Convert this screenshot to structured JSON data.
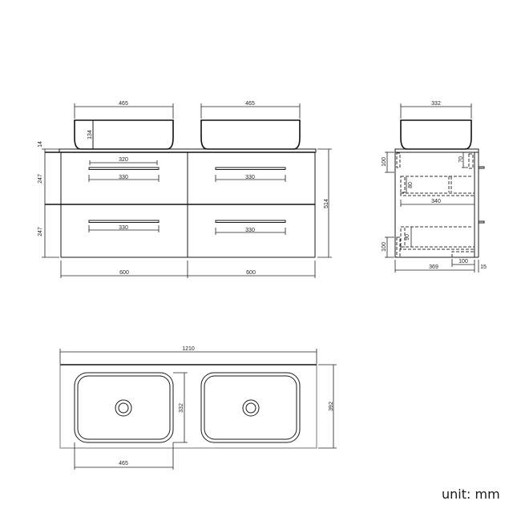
{
  "front_view": {
    "basin_left_width": "465",
    "basin_right_width": "465",
    "basin_height": "134",
    "top_thickness": "14",
    "drawer_height_upper": "247",
    "drawer_height_lower": "247",
    "total_height": "514",
    "handle_length_upper_left_top": "320",
    "handle_length_upper_left": "330",
    "handle_length_upper_right": "330",
    "handle_length_lower_left": "330",
    "handle_length_lower_right": "330",
    "cabinet_width_left": "600",
    "cabinet_width_right": "600"
  },
  "side_view": {
    "basin_depth": "332",
    "upper_cutout_height": "100",
    "handle_offset": "70",
    "drawer_inner_height_upper": "80",
    "drawer_inner_depth": "340",
    "drawer_inner_height_lower": "90",
    "lower_cutout_height": "100",
    "base_recess": "100",
    "cabinet_depth": "369",
    "front_thickness": "15"
  },
  "top_view": {
    "total_width": "1210",
    "depth": "392",
    "basin_width": "465",
    "basin_depth": "332"
  },
  "unit_label": "unit: mm"
}
